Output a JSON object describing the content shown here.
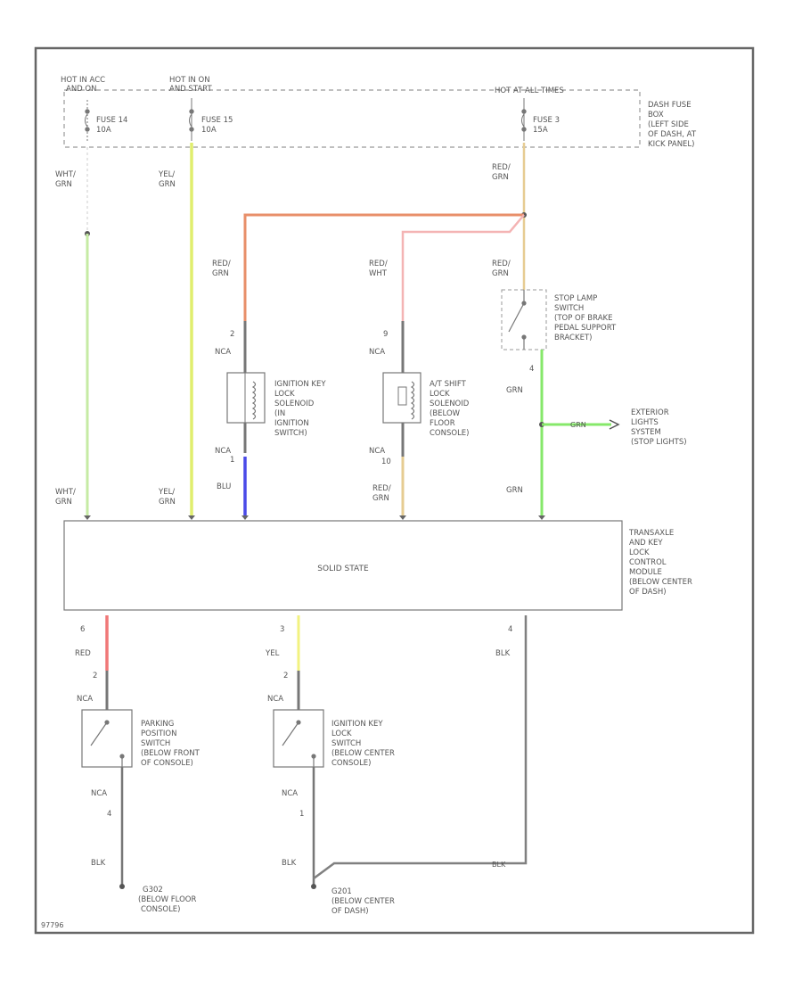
{
  "fuse_labels": {
    "hot_in_acc_line1": "HOT IN ACC",
    "hot_in_acc_line2": "AND ON",
    "hot_in_on_line1": "HOT IN ON",
    "hot_in_on_line2": "AND START",
    "hot_at_all_times": "HOT AT ALL TIMES",
    "fuse14_name": "FUSE 14",
    "fuse14_amp": "10A",
    "fuse15_name": "FUSE 15",
    "fuse15_amp": "10A",
    "fuse3_name": "FUSE 3",
    "fuse3_amp": "15A",
    "fuse_box": [
      "DASH FUSE",
      "BOX",
      "(LEFT SIDE",
      "OF DASH, AT",
      "KICK PANEL)"
    ]
  },
  "wires": {
    "wht_grn": [
      "WHT/",
      "GRN"
    ],
    "yel_grn": [
      "YEL/",
      "GRN"
    ],
    "red_grn": [
      "RED/",
      "GRN"
    ],
    "red_wht": [
      "RED/",
      "WHT"
    ],
    "grn": "GRN",
    "blu": "BLU",
    "red": "RED",
    "yel": "YEL",
    "blk": "BLK"
  },
  "pins": {
    "p2_ign_sol": "2",
    "p1_ign_sol": "1",
    "p9_shift": "9",
    "p10_shift": "10",
    "p4_stop": "4",
    "p6_module": "6",
    "p3_module": "3",
    "p4_module": "4",
    "p2_park": "2",
    "p4_park": "4",
    "p2_ign_sw": "2",
    "p1_ign_sw": "1"
  },
  "nca": "NCA",
  "components": {
    "ignition_solenoid": [
      "IGNITION KEY",
      "LOCK",
      "SOLENOID",
      "(IN",
      "IGNITION",
      "SWITCH)"
    ],
    "shift_solenoid": [
      "A/T SHIFT",
      "LOCK",
      "SOLENOID",
      "(BELOW",
      "FLOOR",
      "CONSOLE)"
    ],
    "stop_lamp_switch": [
      "STOP LAMP",
      "SWITCH",
      "(TOP OF BRAKE",
      "PEDAL SUPPORT",
      "BRACKET)"
    ],
    "exterior_lights": [
      "EXTERIOR",
      "LIGHTS",
      "SYSTEM",
      "(STOP LIGHTS)"
    ],
    "module_center": "SOLID STATE",
    "module_desc": [
      "TRANSAXLE",
      "AND KEY",
      "LOCK",
      "CONTROL",
      "MODULE",
      "(BELOW CENTER",
      "OF DASH)"
    ],
    "park_switch": [
      "PARKING",
      "POSITION",
      "SWITCH",
      "(BELOW FRONT",
      "OF CONSOLE)"
    ],
    "ign_key_switch": [
      "IGNITION KEY",
      "LOCK",
      "SWITCH",
      "(BELOW CENTER",
      "CONSOLE)"
    ],
    "g302": [
      "G302",
      "(BELOW FLOOR",
      "CONSOLE)"
    ],
    "g201": [
      "G201",
      "(BELOW CENTER",
      "OF DASH)"
    ]
  },
  "diagram_id": "97796",
  "colors": {
    "wht_grn": "#c6eba4",
    "yel_grn": "#e0ee6e",
    "red_grn": "#e88f6a",
    "red_wht": "#f4b4b4",
    "tan": "#e6cc92",
    "green": "#86e86a",
    "blue": "#4a4ae8",
    "red": "#f07878",
    "yellow": "#f2f280",
    "gray": "#808080",
    "frame": "#666666"
  }
}
